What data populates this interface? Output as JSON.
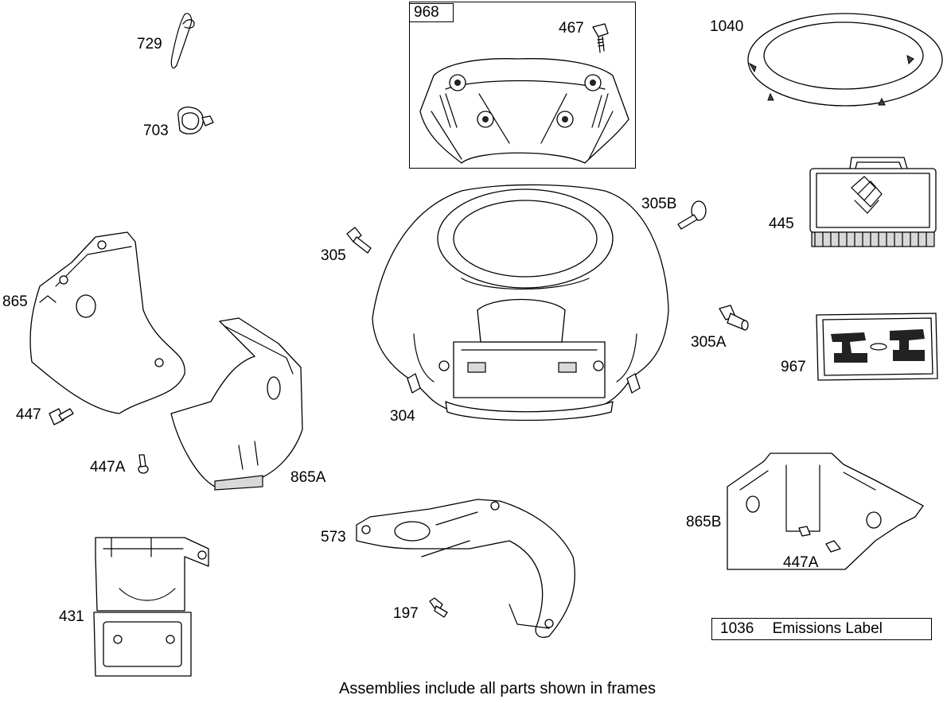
{
  "labels": {
    "p729": "729",
    "p703": "703",
    "p968": "968",
    "p467": "467",
    "p1040": "1040",
    "p305B": "305B",
    "p445": "445",
    "p305": "305",
    "p865": "865",
    "p305A": "305A",
    "p967": "967",
    "p304": "304",
    "p447": "447",
    "p447A_left": "447A",
    "p865A": "865A",
    "p573": "573",
    "p865B": "865B",
    "p447A_right": "447A",
    "p431": "431",
    "p197": "197"
  },
  "emissions": {
    "number": "1036",
    "text": "Emissions Label"
  },
  "footer": "Assemblies include all parts shown in frames"
}
